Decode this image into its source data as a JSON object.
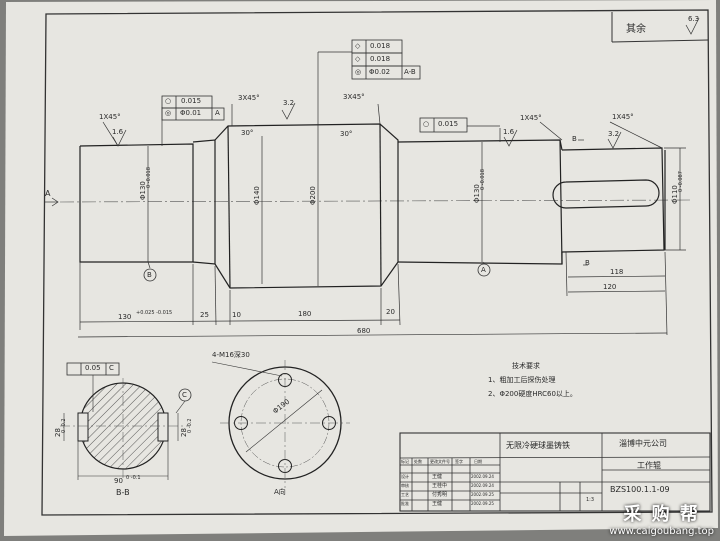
{
  "header": {
    "surface_finish_note": "其余",
    "surface_finish_value": "6.3"
  },
  "main_view": {
    "section_arrow_label": "A",
    "chamfers": [
      "1X45°",
      "3X45°",
      "3X45°",
      "1X45°",
      "1X45°"
    ],
    "roughness": [
      "1.6",
      "3.2",
      "1.6",
      "3.2"
    ],
    "angles": [
      "30°",
      "30°"
    ],
    "gdt": {
      "left_top": {
        "symbol": "○",
        "value": "0.015"
      },
      "left_bottom": {
        "symbol": "◎",
        "value": "Φ0.01",
        "datum": "A"
      },
      "center_1": {
        "symbol": "◇",
        "value": "0.018"
      },
      "center_2": {
        "symbol": "◇",
        "value": "0.018"
      },
      "center_3": {
        "symbol": "◎",
        "value": "Φ0.02",
        "datum": "A-B"
      },
      "right": {
        "symbol": "○",
        "value": "0.015"
      }
    },
    "diameters": {
      "d130_left": "Φ130",
      "d130_left_tol": "0 -0.018",
      "d140": "Φ140",
      "d200": "Φ200",
      "d130_right": "Φ130",
      "d130_right_tol": "0 -0.018",
      "d110": "Φ110",
      "d110_tol": "0 -0.087"
    },
    "datums": [
      "B",
      "A"
    ],
    "section_b": "B",
    "lengths": {
      "l130": "130",
      "l130_tol": "+0.025 -0.015",
      "l25": "25",
      "l10": "10",
      "l180": "180",
      "l20": "20",
      "l118": "118",
      "l120": "120",
      "total": "680"
    }
  },
  "section_bb": {
    "flatness": {
      "value": "0.05",
      "datum": "C"
    },
    "dim_left": "28",
    "dim_left_tol": "0 -0.2",
    "dim_right": "28",
    "dim_right_tol": "0 -0.2",
    "dim_bottom": "90",
    "dim_bottom_tol": "0 -0.1",
    "datum": "C",
    "label": "B-B"
  },
  "view_a": {
    "holes": "4-M16深30",
    "pcd": "Φ190",
    "label": "A向"
  },
  "tech_requirements": {
    "title": "技术要求",
    "items": [
      "1、粗加工后探伤处理",
      "2、Φ200硬度HRC60以上。"
    ]
  },
  "title_block": {
    "part_name": "无限冷硬球墨铸铁",
    "company": "淄博中元公司",
    "drawing_name": "工作辊",
    "drawing_no": "BZS100.1.1-09",
    "names": [
      "王健",
      "王桂中",
      "付秀明",
      "王健"
    ],
    "dates": [
      "2002.09.24",
      "2002.09.24",
      "2002.09.25",
      "2002.09.25"
    ],
    "roles": [
      "标记",
      "处数",
      "更改文件号",
      "签字",
      "日期",
      "设计",
      "审核",
      "工艺",
      "批准"
    ],
    "scale_value": "1:3"
  },
  "watermark": {
    "cn": "采 购 帮",
    "url": "www.caigoubang.top"
  }
}
